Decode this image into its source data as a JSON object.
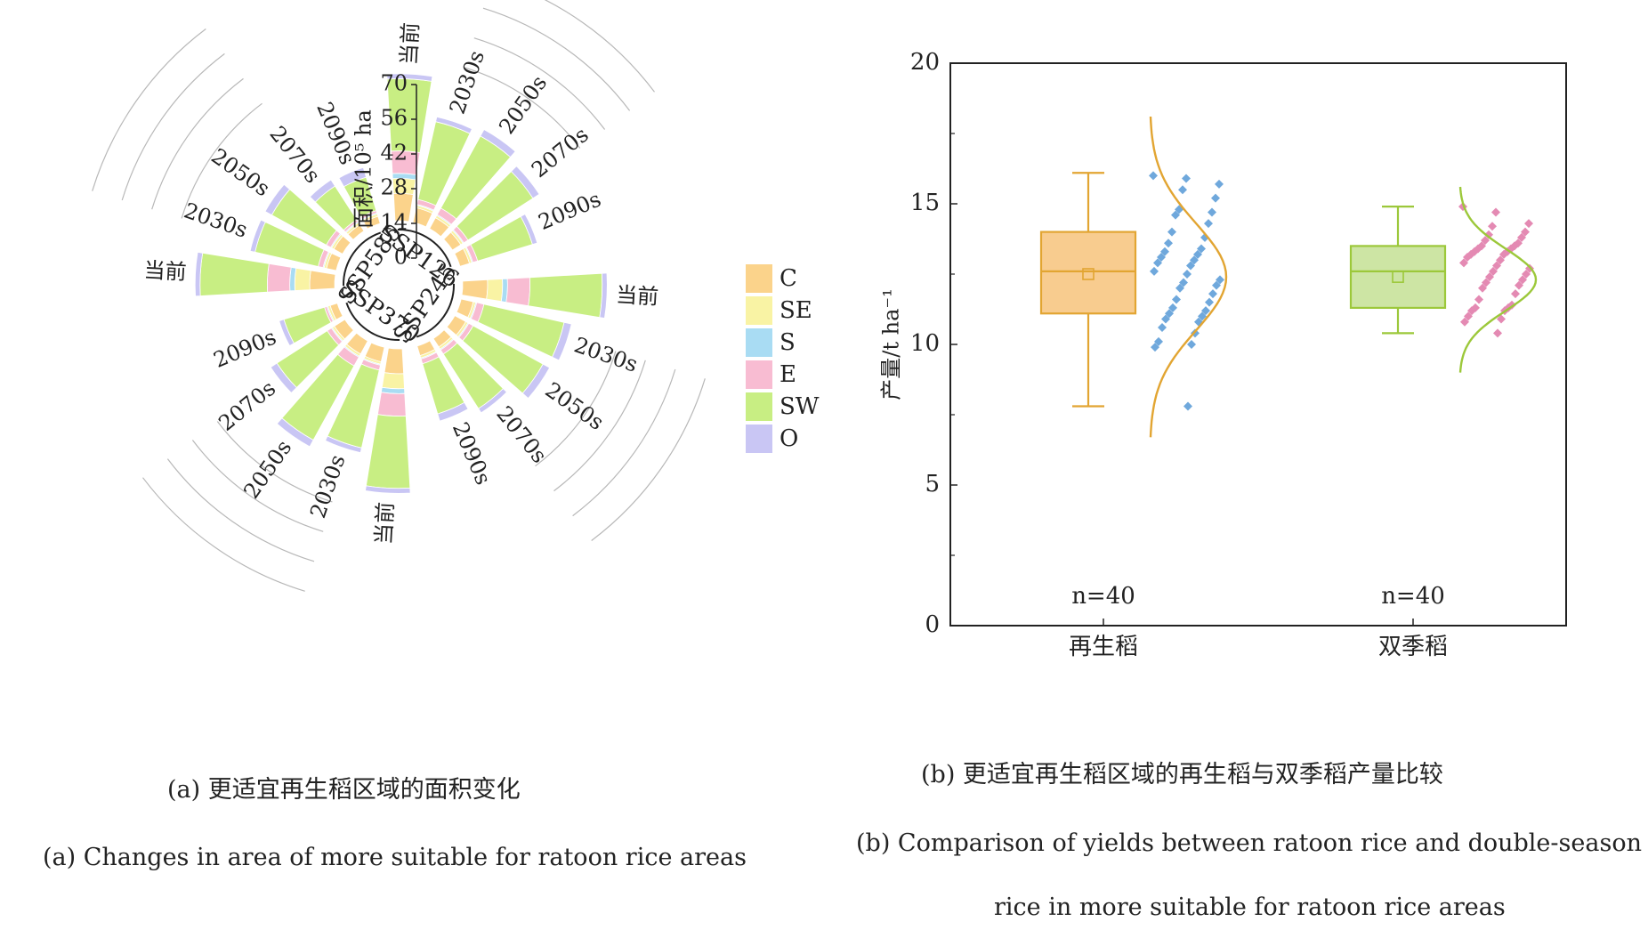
{
  "panel_a": {
    "caption_cn": "(a)  更适宜再生稻区域的面积变化",
    "caption_en": "(a) Changes in area of more suitable for ratoon rice areas"
  },
  "panel_b": {
    "caption_cn": "(b)  更适宜再生稻区域的再生稻与双季稻产量比较",
    "caption_en_line1": "(b) Comparison of yields between ratoon rice and double-season",
    "caption_en_line2": "rice in more suitable for ratoon rice areas"
  },
  "chart_data": [
    {
      "type": "bar",
      "subtype": "radial-stacked-bar",
      "ylabel": "面积/10⁵ ha",
      "ylim": [
        0,
        70
      ],
      "yticks": [
        0,
        14,
        28,
        42,
        56,
        70
      ],
      "periods": [
        "当前",
        "2030s",
        "2050s",
        "2070s",
        "2090s"
      ],
      "stack_order": [
        "C",
        "SE",
        "S",
        "E",
        "SW",
        "O"
      ],
      "legend": {
        "position": "right",
        "entries": [
          {
            "label": "C",
            "color": "#fbd38b"
          },
          {
            "label": "SE",
            "color": "#f9f3a4"
          },
          {
            "label": "S",
            "color": "#a9dcf3"
          },
          {
            "label": "E",
            "color": "#f8bcd2"
          },
          {
            "label": "SW",
            "color": "#c8ee83"
          },
          {
            "label": "O",
            "color": "#c9c6f4"
          }
        ]
      },
      "groups": [
        {
          "name": "SSP126",
          "bars": [
            {
              "period": "当前",
              "values": [
                11,
                6,
                2,
                9,
                29,
                2
              ]
            },
            {
              "period": "2030s",
              "values": [
                6,
                1,
                0.4,
                2,
                32,
                2
              ]
            },
            {
              "period": "2050s",
              "values": [
                5,
                1,
                0.4,
                3,
                33,
                3
              ]
            },
            {
              "period": "2070s",
              "values": [
                4,
                1,
                0.4,
                2,
                31,
                3
              ]
            },
            {
              "period": "2090s",
              "values": [
                4,
                1,
                0.4,
                2,
                23,
                2
              ]
            }
          ]
        },
        {
          "name": "SSP245",
          "bars": [
            {
              "period": "当前",
              "values": [
                10,
                6,
                2,
                9,
                29,
                2
              ]
            },
            {
              "period": "2030s",
              "values": [
                5,
                1,
                0.4,
                3,
                33,
                3
              ]
            },
            {
              "period": "2050s",
              "values": [
                5,
                1,
                0.4,
                2,
                32,
                3
              ]
            },
            {
              "period": "2070s",
              "values": [
                4,
                1,
                0.4,
                2,
                26,
                2
              ]
            },
            {
              "period": "2090s",
              "values": [
                4,
                1,
                0.4,
                2,
                21,
                3
              ]
            }
          ]
        },
        {
          "name": "SSP370",
          "bars": [
            {
              "period": "当前",
              "values": [
                10,
                6,
                2,
                9,
                29,
                2
              ]
            },
            {
              "period": "2030s",
              "values": [
                6,
                1,
                0.4,
                2,
                32,
                2
              ]
            },
            {
              "period": "2050s",
              "values": [
                6,
                1,
                0.4,
                4,
                34,
                3
              ]
            },
            {
              "period": "2070s",
              "values": [
                5,
                1,
                0.4,
                2,
                24,
                3
              ]
            },
            {
              "period": "2090s",
              "values": [
                3,
                1,
                0.4,
                1,
                17,
                2
              ]
            }
          ]
        },
        {
          "name": "SSP585",
          "bars": [
            {
              "period": "当前",
              "values": [
                10,
                6,
                2,
                9,
                27,
                2
              ]
            },
            {
              "period": "2030s",
              "values": [
                4,
                1,
                0.4,
                2,
                26,
                2
              ]
            },
            {
              "period": "2050s",
              "values": [
                4,
                1,
                0.4,
                2,
                25,
                3
              ]
            },
            {
              "period": "2070s",
              "values": [
                3,
                1,
                0.4,
                1,
                16,
                3
              ]
            },
            {
              "period": "2090s",
              "values": [
                3,
                1,
                0.4,
                1,
                14,
                4
              ]
            }
          ]
        }
      ]
    },
    {
      "type": "boxplot",
      "ylabel": "产量/t ha⁻¹",
      "ylim": [
        0,
        20
      ],
      "yticks": [
        0,
        5,
        10,
        15,
        20
      ],
      "categories": [
        "再生稻",
        "双季稻"
      ],
      "series": [
        {
          "name": "再生稻",
          "color": "#e2a532",
          "fill": "#f8cc8f",
          "point_color": "#6fa8dc",
          "min": 7.8,
          "q1": 11.1,
          "median": 12.6,
          "mean": 12.5,
          "q3": 14.0,
          "max": 16.1,
          "n_label": "n=40",
          "curve_mean": 12.4,
          "curve_sd": 1.9,
          "points": [
            16.0,
            15.9,
            15.7,
            15.5,
            15.2,
            14.8,
            14.7,
            14.6,
            14.3,
            14.0,
            13.8,
            13.6,
            13.4,
            13.3,
            13.2,
            13.1,
            13.0,
            12.9,
            12.8,
            12.6,
            12.5,
            12.3,
            12.2,
            12.1,
            12.0,
            11.8,
            11.6,
            11.5,
            11.3,
            11.2,
            11.1,
            11.0,
            10.9,
            10.8,
            10.6,
            10.4,
            10.1,
            10.0,
            9.9,
            7.8
          ]
        },
        {
          "name": "双季稻",
          "color": "#9cc83a",
          "fill": "#cde5a4",
          "point_color": "#e48ab3",
          "min": 10.4,
          "q1": 11.3,
          "median": 12.6,
          "mean": 12.4,
          "q3": 13.5,
          "max": 14.9,
          "n_label": "n=40",
          "curve_mean": 12.3,
          "curve_sd": 1.1,
          "points": [
            14.9,
            14.7,
            14.3,
            14.2,
            14.0,
            13.9,
            13.8,
            13.7,
            13.6,
            13.5,
            13.5,
            13.4,
            13.4,
            13.3,
            13.3,
            13.2,
            13.2,
            13.1,
            13.0,
            12.9,
            12.8,
            12.7,
            12.6,
            12.5,
            12.4,
            12.3,
            12.2,
            12.1,
            12.0,
            11.8,
            11.6,
            11.4,
            11.3,
            11.3,
            11.2,
            11.2,
            11.0,
            10.9,
            10.8,
            10.4
          ]
        }
      ]
    }
  ]
}
